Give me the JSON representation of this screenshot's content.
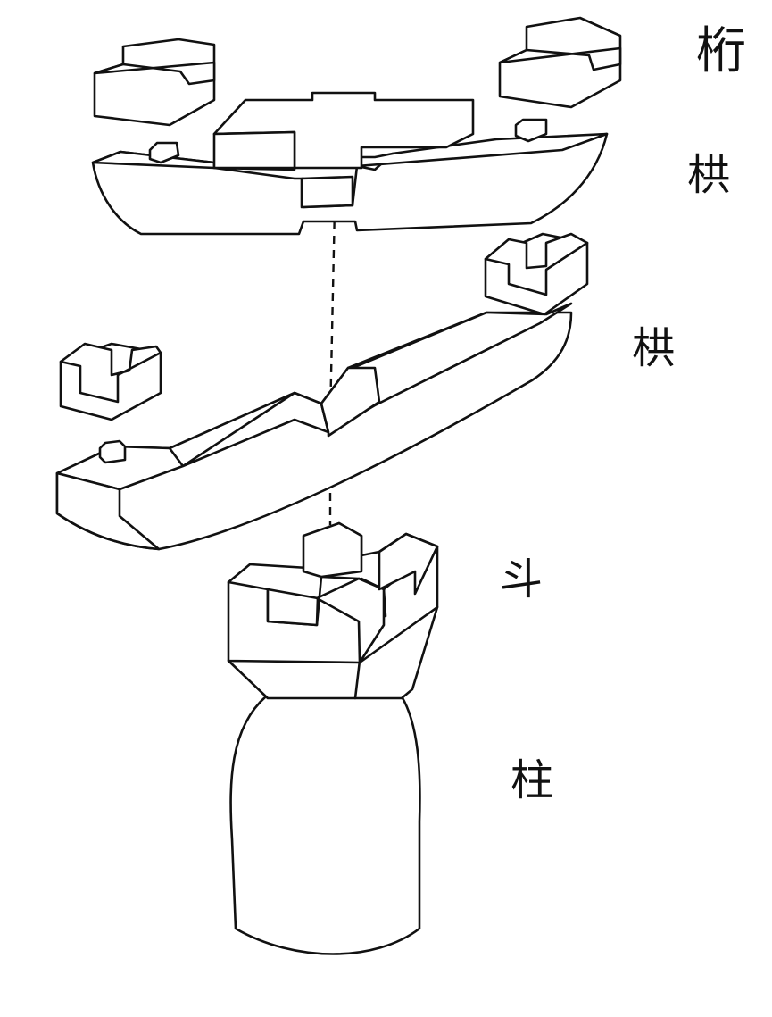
{
  "diagram": {
    "labels": {
      "heng": "桁",
      "gong_upper": "栱",
      "gong_lower": "栱",
      "dou": "斗",
      "zhu": "柱"
    },
    "colors": {
      "line": "#111111",
      "background": "#ffffff"
    }
  }
}
